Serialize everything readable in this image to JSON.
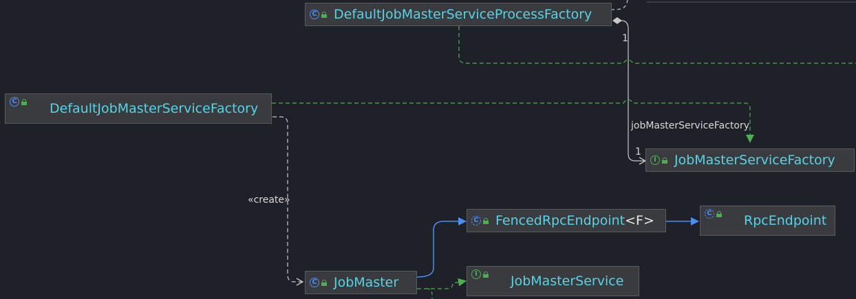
{
  "nodes": {
    "processFactory": {
      "name": "DefaultJobMasterServiceProcessFactory",
      "kind": "class"
    },
    "serviceFactory": {
      "name": "DefaultJobMasterServiceFactory",
      "kind": "class"
    },
    "serviceFactoryIface": {
      "name": "JobMasterServiceFactory",
      "kind": "interface"
    },
    "fencedRpc": {
      "name": "FencedRpcEndpoint",
      "generic": "<F>",
      "kind": "class"
    },
    "rpcEndpoint": {
      "name": "RpcEndpoint",
      "kind": "class"
    },
    "jobMaster": {
      "name": "JobMaster",
      "kind": "class"
    },
    "jobMasterService": {
      "name": "JobMasterService",
      "kind": "interface"
    }
  },
  "edge_labels": {
    "association_role": "jobMasterServiceFactory",
    "multiplicity_source": "1",
    "multiplicity_target": "1",
    "create_stereotype": "«create»"
  },
  "icons": {
    "class_glyph": "C",
    "interface_glyph": "I"
  },
  "colors": {
    "background": "#1f2128",
    "node_fill": "#3a3b3e",
    "node_text": "#56d4e6",
    "inheritance": "#4f8cf0",
    "realization": "#4caf50",
    "dependency": "#c8c8c8"
  }
}
